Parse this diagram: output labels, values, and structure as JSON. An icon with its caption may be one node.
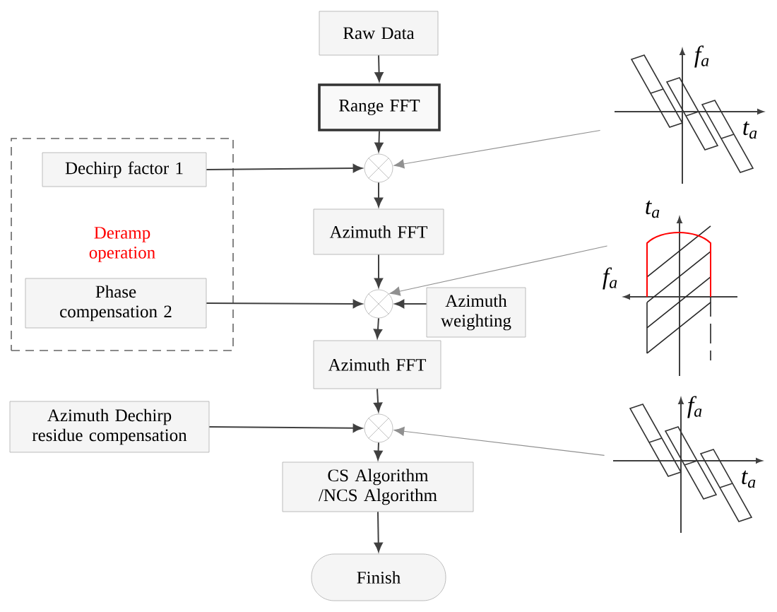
{
  "diagram": {
    "nodes": [
      {
        "text": [
          "Raw Data"
        ]
      },
      {
        "text": [
          "Range FFT"
        ]
      },
      {
        "text": [
          "Deramp operation"
        ]
      },
      {
        "text": [
          "Dechirp factor 1"
        ],
        "in": 2
      },
      {
        "text": [],
        "shape": "circle"
      },
      {
        "text": [
          "Azimuth FFT"
        ]
      },
      {
        "text": [
          "Phase compensation 2"
        ],
        "in": 2
      },
      {
        "text": [],
        "shape": "circle"
      },
      {
        "text": [
          "Azimuth weighting"
        ]
      },
      {
        "text": [
          "Azimuth FFT"
        ]
      },
      {
        "text": [
          "Azimuth Dechirp residue compensation"
        ]
      },
      {
        "text": [],
        "shape": "circle"
      },
      {
        "text": [
          "CS Algorithm /NCS Algorithm"
        ]
      },
      {
        "text": [
          "Finish"
        ]
      },
      {
        "text": [],
        "shape": "picture"
      },
      {
        "text": [],
        "shape": "picture"
      },
      {
        "text": [],
        "shape": "picture"
      }
    ],
    "edges": [
      {
        "from": 0,
        "to": 1,
        "arrow": "to"
      },
      {
        "from": 1,
        "to": 4,
        "arrow": "to"
      },
      {
        "from": 3,
        "to": 4,
        "arrow": "to"
      },
      {
        "from": 4,
        "to": 5,
        "arrow": "to"
      },
      {
        "from": 5,
        "to": 7,
        "arrow": "to"
      },
      {
        "from": 6,
        "to": 7,
        "arrow": "to"
      },
      {
        "from": 8,
        "to": 7,
        "arrow": "to"
      },
      {
        "from": 7,
        "to": 9,
        "arrow": "to"
      },
      {
        "from": 9,
        "to": 11,
        "arrow": "to"
      },
      {
        "from": 10,
        "to": 11,
        "arrow": "to"
      },
      {
        "from": 11,
        "to": 12,
        "arrow": "to"
      },
      {
        "from": 12,
        "to": 13,
        "arrow": "to"
      },
      {
        "from": 14,
        "to": 4,
        "arrow": "to",
        "color": "#909090"
      },
      {
        "from": 15,
        "to": 7,
        "arrow": "to",
        "color": "#909090"
      },
      {
        "from": 16,
        "to": 11,
        "arrow": "to",
        "color": "#909090"
      }
    ],
    "labels": [
      "f$_{a}$",
      "t$_{a}$",
      "t$_{a}$",
      "f$_{a}$",
      "f$_{a}$",
      "t$_{a}$"
    ]
  }
}
